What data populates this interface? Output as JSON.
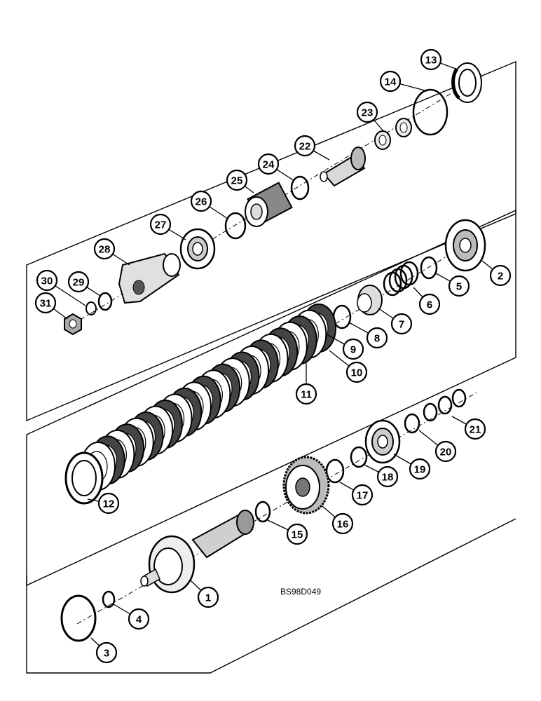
{
  "figure_code": "BS98D049",
  "callouts": {
    "c1": "1",
    "c2": "2",
    "c3": "3",
    "c4": "4",
    "c5": "5",
    "c6": "6",
    "c7": "7",
    "c8": "8",
    "c9": "9",
    "c10": "10",
    "c11": "11",
    "c12": "12",
    "c13": "13",
    "c14": "14",
    "c15": "15",
    "c16": "16",
    "c17": "17",
    "c18": "18",
    "c19": "19",
    "c20": "20",
    "c21": "21",
    "c22": "22",
    "c23": "23",
    "c24": "24",
    "c25": "25",
    "c26": "26",
    "c27": "27",
    "c28": "28",
    "c29": "29",
    "c30": "30",
    "c31": "31"
  }
}
